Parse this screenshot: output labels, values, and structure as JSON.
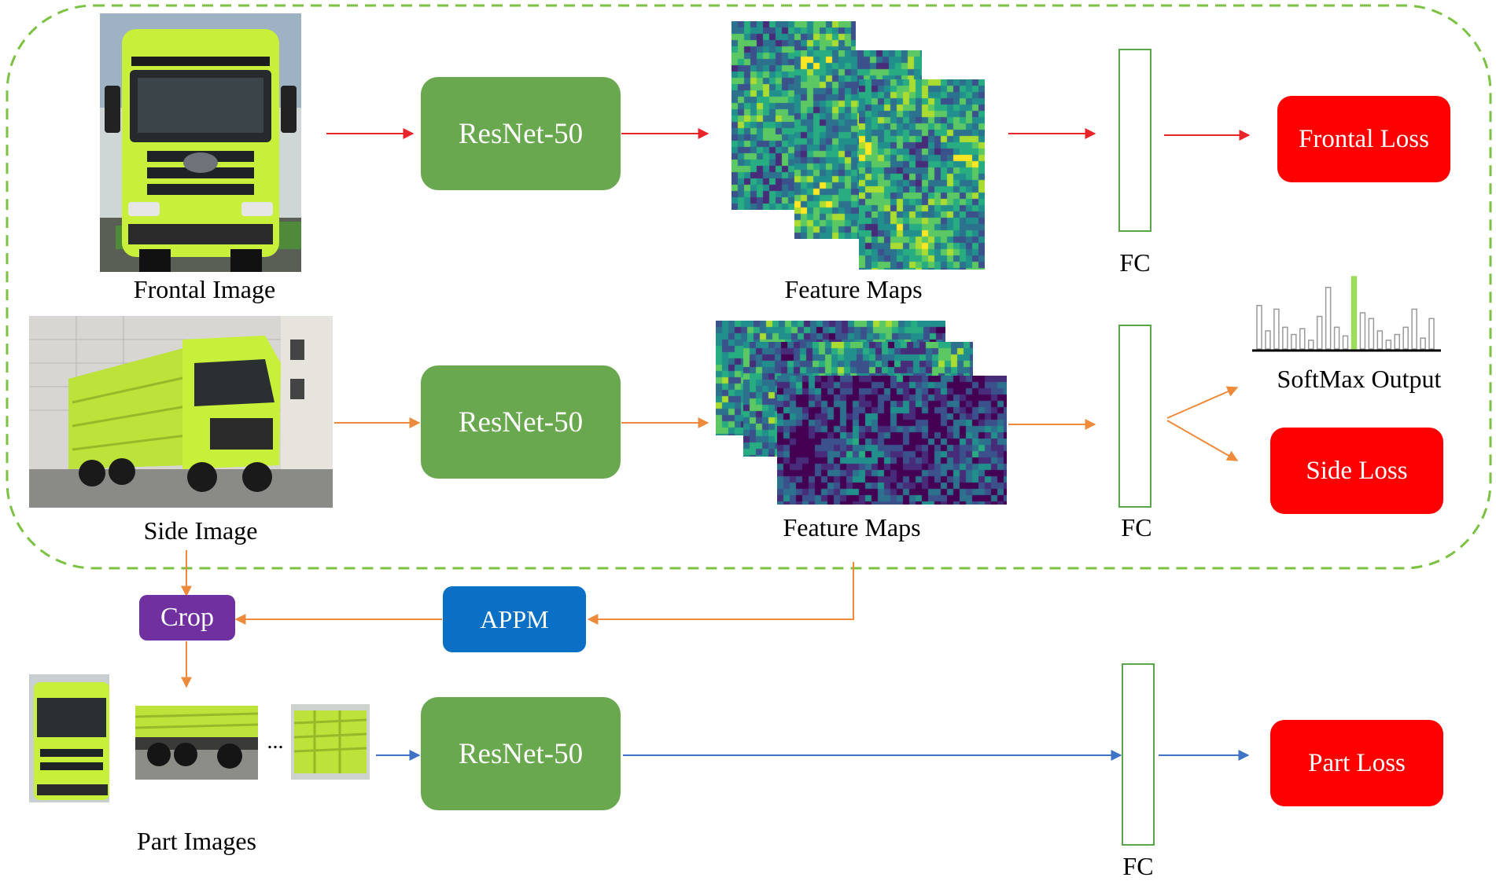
{
  "labels": {
    "frontal_image": "Frontal Image",
    "side_image": "Side Image",
    "part_images": "Part Images",
    "feature_maps_1": "Feature Maps",
    "feature_maps_2": "Feature Maps",
    "fc_1": "FC",
    "fc_2": "FC",
    "fc_3": "FC",
    "softmax_output": "SoftMax Output",
    "ellipsis": "..."
  },
  "boxes": {
    "resnet_1": "ResNet-50",
    "resnet_2": "ResNet-50",
    "resnet_3": "ResNet-50",
    "frontal_loss": "Frontal Loss",
    "side_loss": "Side Loss",
    "part_loss": "Part Loss",
    "appm": "APPM",
    "crop": "Crop"
  },
  "colors": {
    "resnet": "#6aa84f",
    "loss": "#ff0000",
    "appm": "#0a70c5",
    "crop": "#7030a0",
    "fc_border": "#5aa547",
    "dashed_region": "#7cc242",
    "frontal_arrow": "#e8252a",
    "side_arrow": "#ee8a3c",
    "part_arrow": "#3f73c6",
    "truck_body": "#c8f03a",
    "softmax_highlight": "#9ddc5a"
  },
  "icons": {
    "truck_photo": "truck-photo-icon",
    "heatmap": "feature-map-heatmap-icon"
  },
  "softmax": {
    "values": [
      0.6,
      0.25,
      0.55,
      0.3,
      0.2,
      0.28,
      0.12,
      0.45,
      0.85,
      0.3,
      0.18,
      1.0,
      0.5,
      0.42,
      0.25,
      0.12,
      0.2,
      0.3,
      0.55,
      0.15,
      0.42
    ],
    "highlight_index": 11
  }
}
